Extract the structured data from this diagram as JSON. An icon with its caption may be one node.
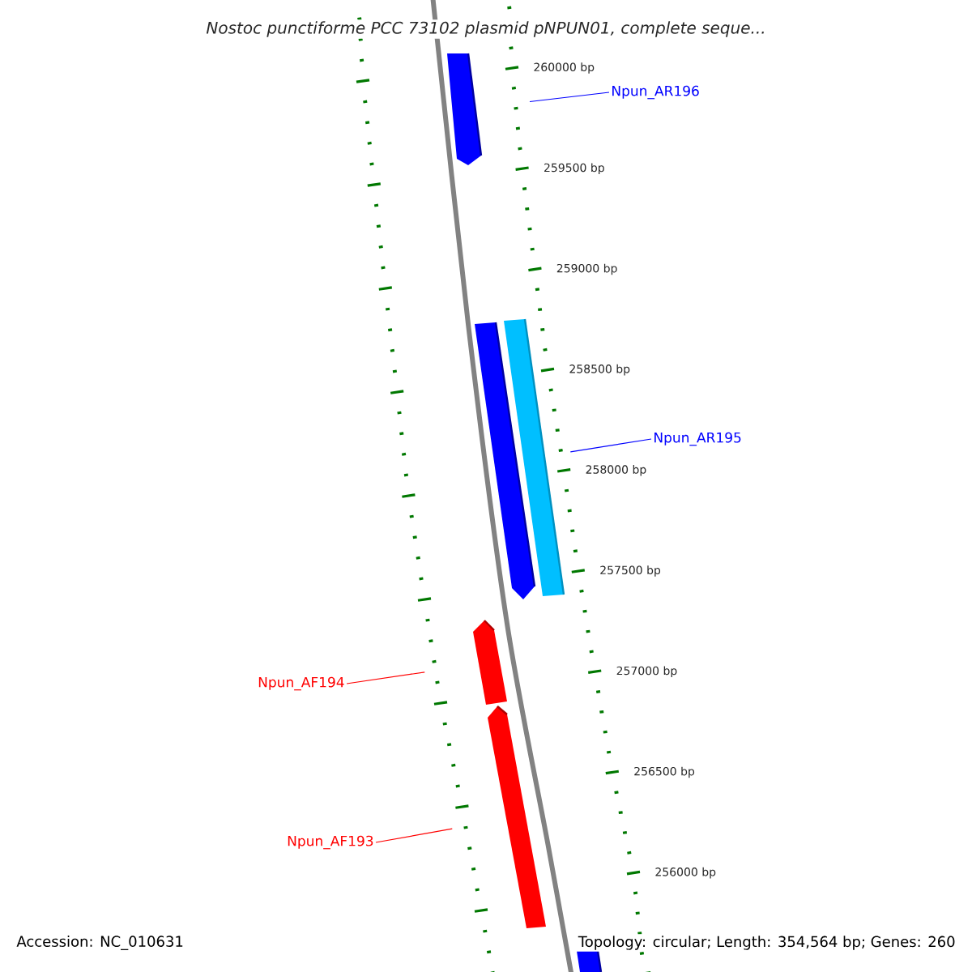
{
  "diagram": {
    "title": "Nostoc punctiforme PCC 73102 plasmid pNPUN01, complete seque...",
    "nodes": [
      {
        "text": [
          "Npun_AR196"
        ]
      },
      {
        "text": [],
        "shape": "bar"
      },
      {
        "text": [
          "Npun_AR195"
        ]
      },
      {
        "text": [],
        "shape": "bar"
      },
      {
        "text": [],
        "shape": "bar"
      },
      {
        "text": [
          "Npun_AF194"
        ]
      },
      {
        "text": [],
        "shape": "bar"
      },
      {
        "text": [
          "Npun_AF193"
        ]
      },
      {
        "text": [],
        "shape": "bar"
      },
      {
        "text": [],
        "shape": "bar"
      }
    ],
    "edges": [
      {
        "from": 0,
        "to": 1,
        "arrow": "none",
        "color": "#0000ff"
      },
      {
        "from": 2,
        "to": 4,
        "arrow": "none",
        "color": "#0000ff"
      },
      {
        "from": 5,
        "to": 6,
        "arrow": "none",
        "color": "#ff0000"
      },
      {
        "from": 7,
        "to": 8,
        "arrow": "none",
        "color": "#ff0000"
      }
    ],
    "labels": [
      "260000 bp",
      "259500 bp",
      "259000 bp",
      "258500 bp",
      "258000 bp",
      "257500 bp",
      "257000 bp",
      "256500 bp",
      "256000 bp",
      "Accession: NC_010631",
      "Topology: circular; Length: 354,564 bp; Genes: 260"
    ]
  }
}
